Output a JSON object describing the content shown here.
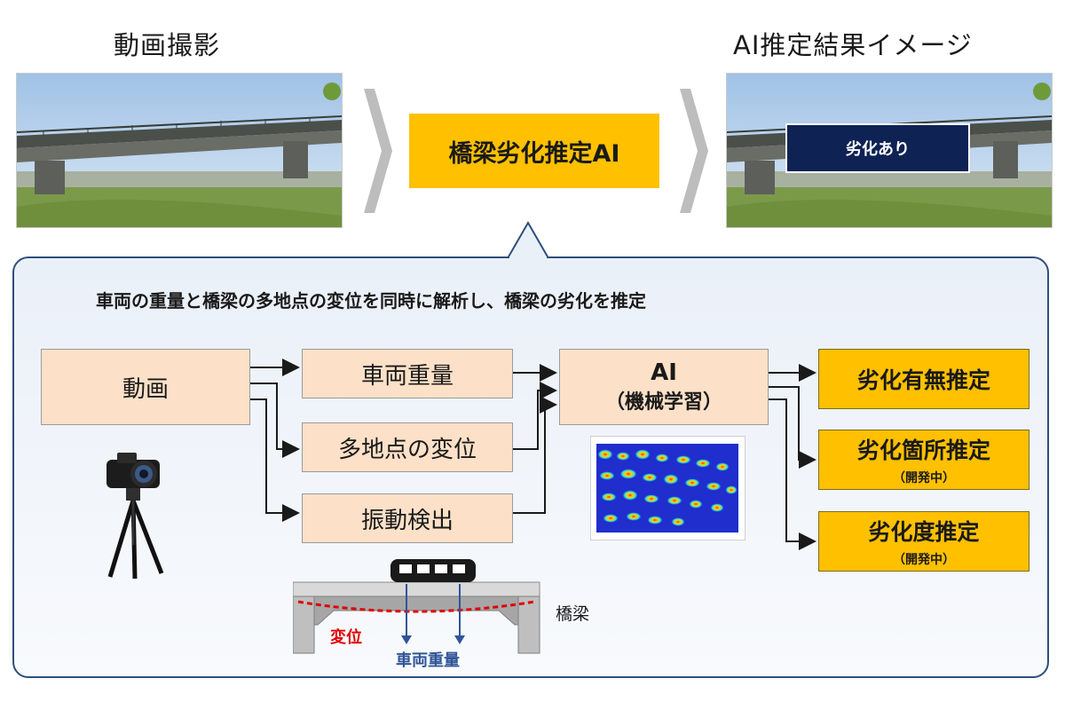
{
  "top": {
    "left_label": "動画撮影",
    "right_label": "AI推定結果イメージ",
    "center_box": "橋梁劣化推定AI",
    "result_overlay": "劣化あり"
  },
  "panel": {
    "heading": "車両の重量と橋梁の多地点の変位を同時に解析し、橋梁の劣化を推定",
    "input_box": "動画",
    "mid_boxes": [
      "車両重量",
      "多地点の変位",
      "振動検出"
    ],
    "ai_box": {
      "line1": "AI",
      "line2": "（機械学習）"
    },
    "outputs": [
      {
        "label": "劣化有無推定",
        "note": ""
      },
      {
        "label": "劣化箇所推定",
        "note": "（開発中）"
      },
      {
        "label": "劣化度推定",
        "note": "（開発中）"
      }
    ],
    "bridge": {
      "label": "橋梁",
      "displacement_label": "変位",
      "weight_label": "車両重量"
    }
  },
  "icons": {
    "camera": "camera-on-tripod-icon",
    "arrows": "chevron-right-icon",
    "train": "train-icon"
  },
  "colors": {
    "panel_border": "#2e4e7d",
    "output_fill": "#ffc000",
    "process_fill": "#fce1c8",
    "overlay_fill": "#0f2254",
    "displacement_red": "#e00000",
    "weight_blue": "#2f5597"
  }
}
